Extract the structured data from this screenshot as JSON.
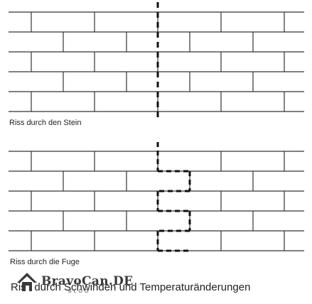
{
  "diagram": {
    "top_caption": "Riss durch den Stein",
    "bottom_caption": "Riss durch die Fuge",
    "main_caption": "Riss durch Schwinden und Temperaturänderungen"
  },
  "watermark": {
    "brand": "BravoCan.DE",
    "sub": "BLOG",
    "icon": "house-icon"
  },
  "colors": {
    "line": "#333333",
    "crack": "#111111"
  }
}
